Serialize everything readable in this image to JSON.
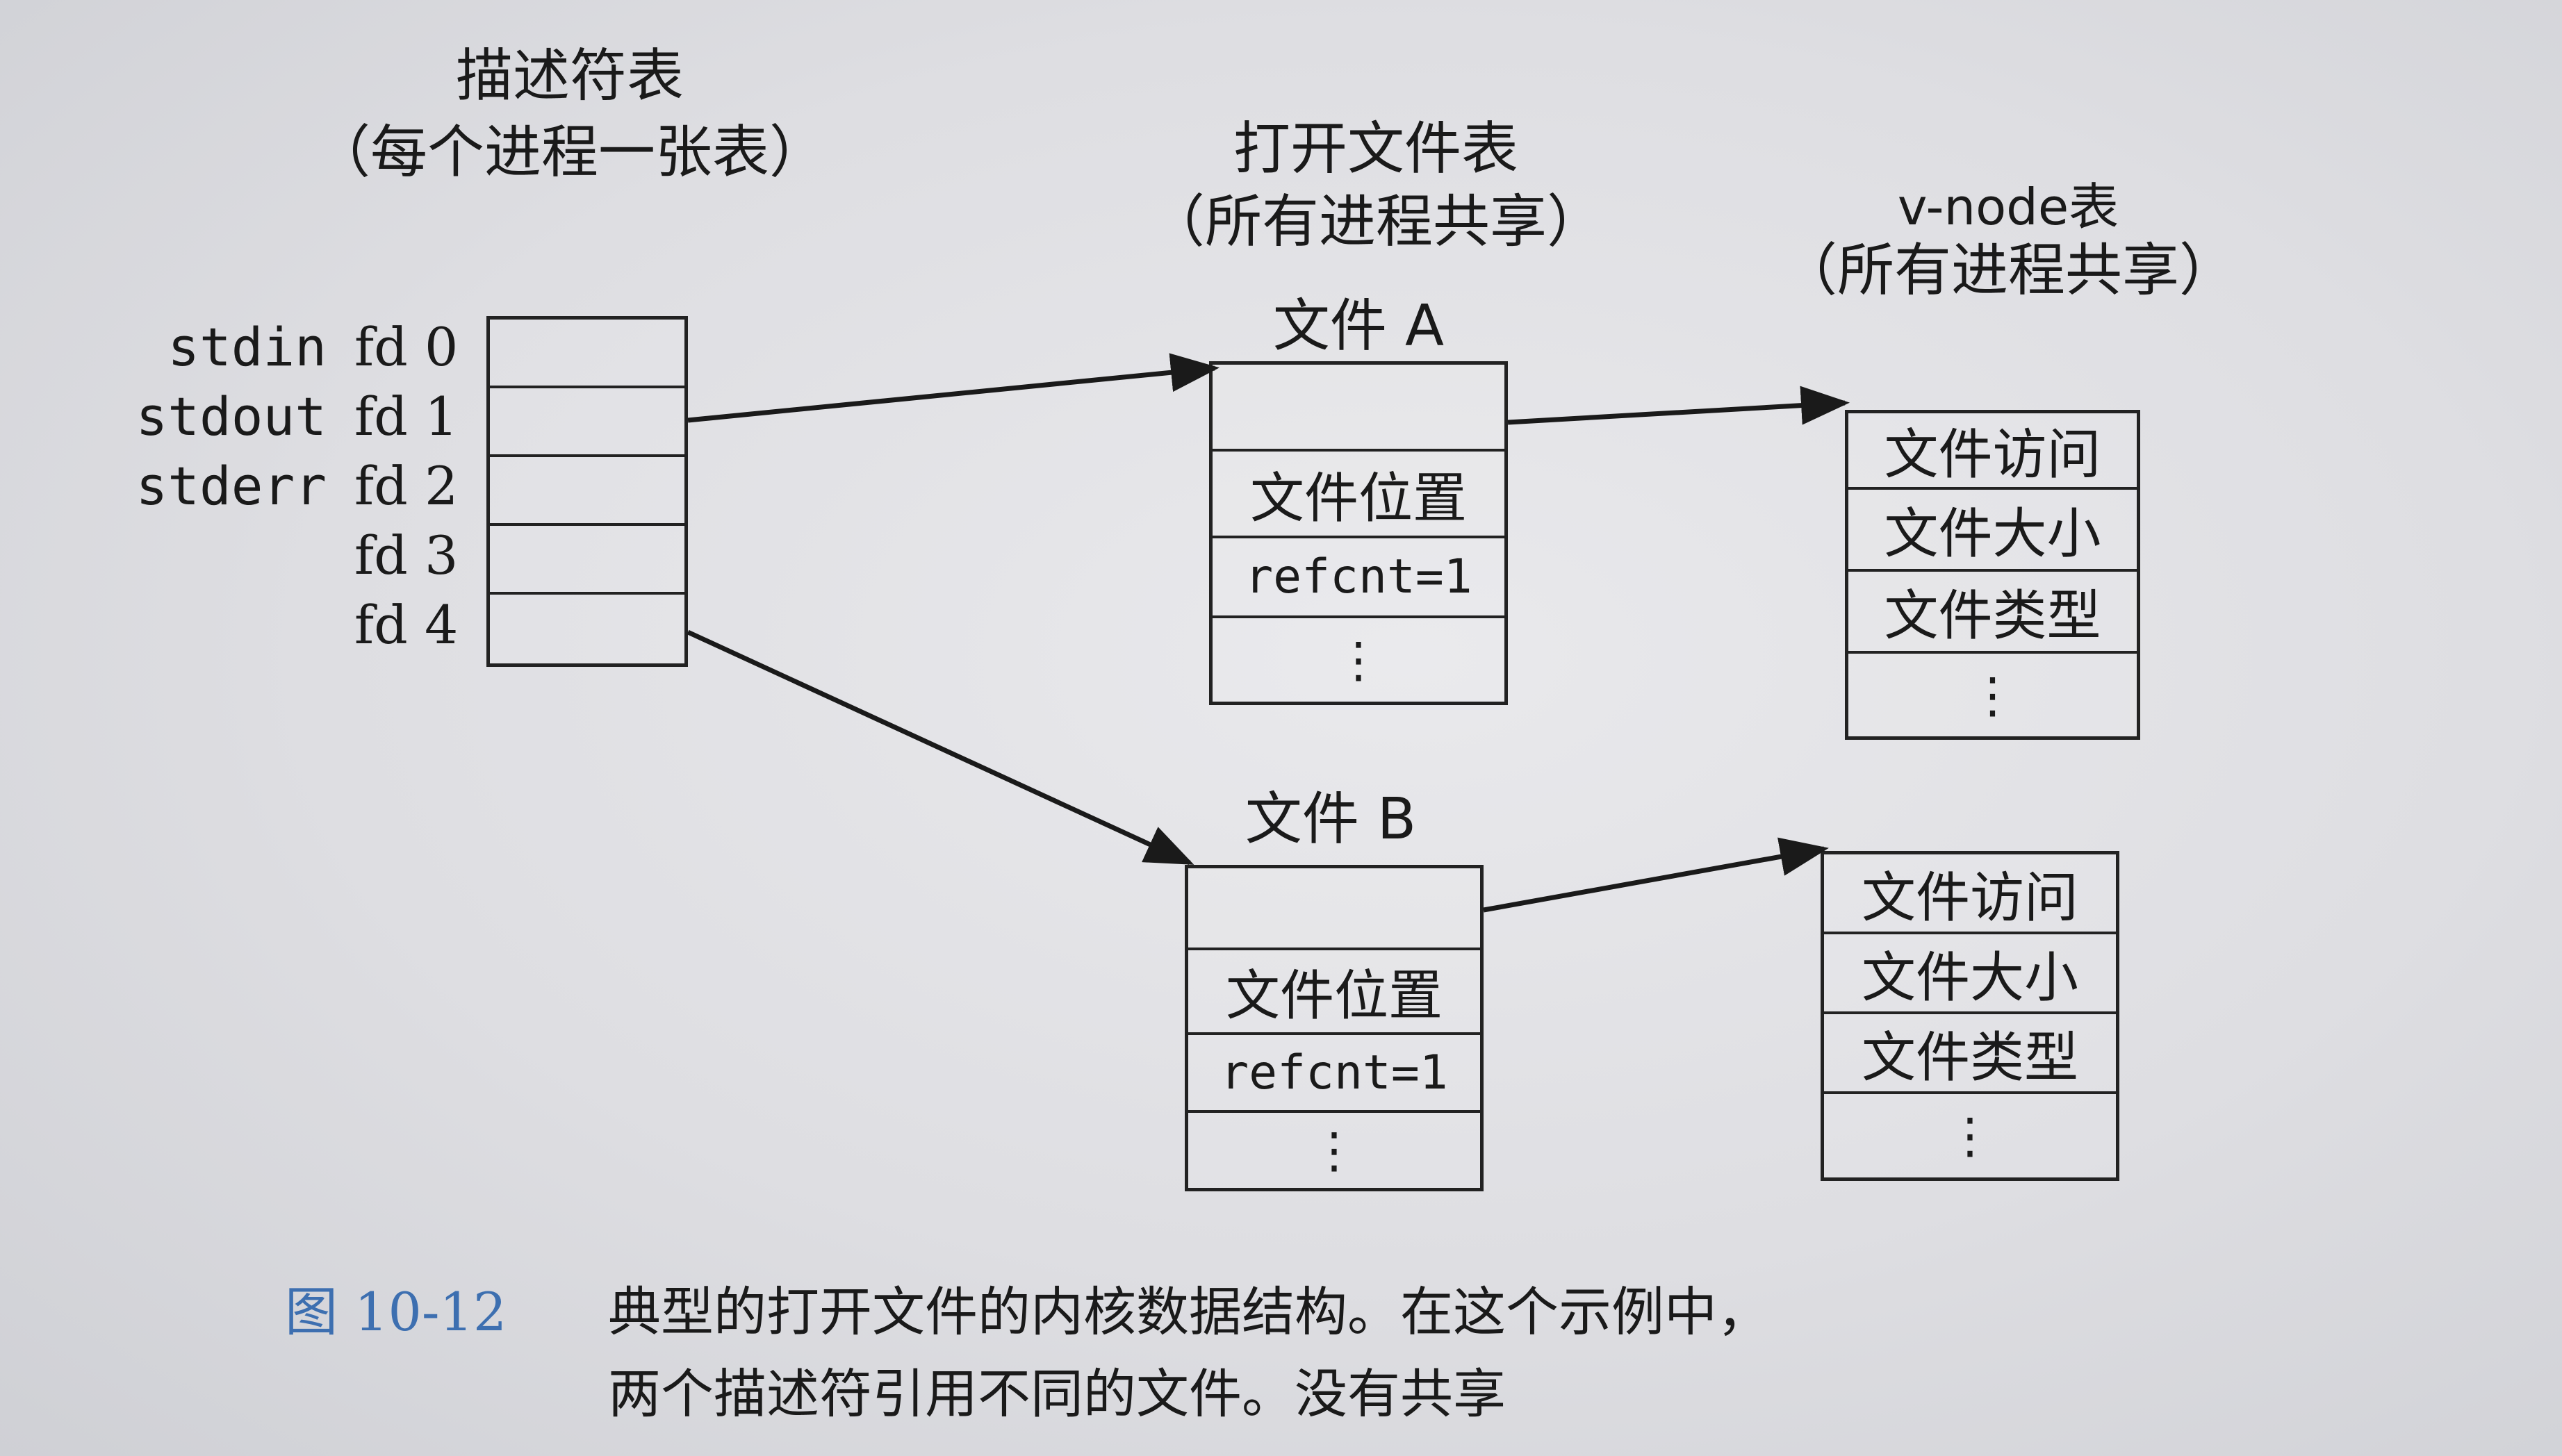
{
  "descriptor_table": {
    "title": "描述符表",
    "subtitle": "（每个进程一张表）",
    "rows": [
      {
        "stream": "stdin",
        "fd": "fd 0"
      },
      {
        "stream": "stdout",
        "fd": "fd 1"
      },
      {
        "stream": "stderr",
        "fd": "fd 2"
      },
      {
        "stream": "",
        "fd": "fd 3"
      },
      {
        "stream": "",
        "fd": "fd 4"
      }
    ]
  },
  "open_file_table": {
    "title": "打开文件表",
    "subtitle": "（所有进程共享）",
    "files": [
      {
        "name": "文件 A",
        "position": "文件位置",
        "refcnt": "refcnt=1",
        "more": "⋮"
      },
      {
        "name": "文件 B",
        "position": "文件位置",
        "refcnt": "refcnt=1",
        "more": "⋮"
      }
    ]
  },
  "vnode_table": {
    "title": "v-node表",
    "subtitle": "（所有进程共享）",
    "nodes": [
      {
        "access": "文件访问",
        "size": "文件大小",
        "type": "文件类型",
        "more": "⋮"
      },
      {
        "access": "文件访问",
        "size": "文件大小",
        "type": "文件类型",
        "more": "⋮"
      }
    ]
  },
  "caption": {
    "figure_number": "图 10-12",
    "line1": "典型的打开文件的内核数据结构。在这个示例中，",
    "line2": "两个描述符引用不同的文件。没有共享"
  },
  "colors": {
    "figure_number": "#3d6fb0",
    "ink": "#1a1a1a",
    "background": "#dcdcdf"
  }
}
